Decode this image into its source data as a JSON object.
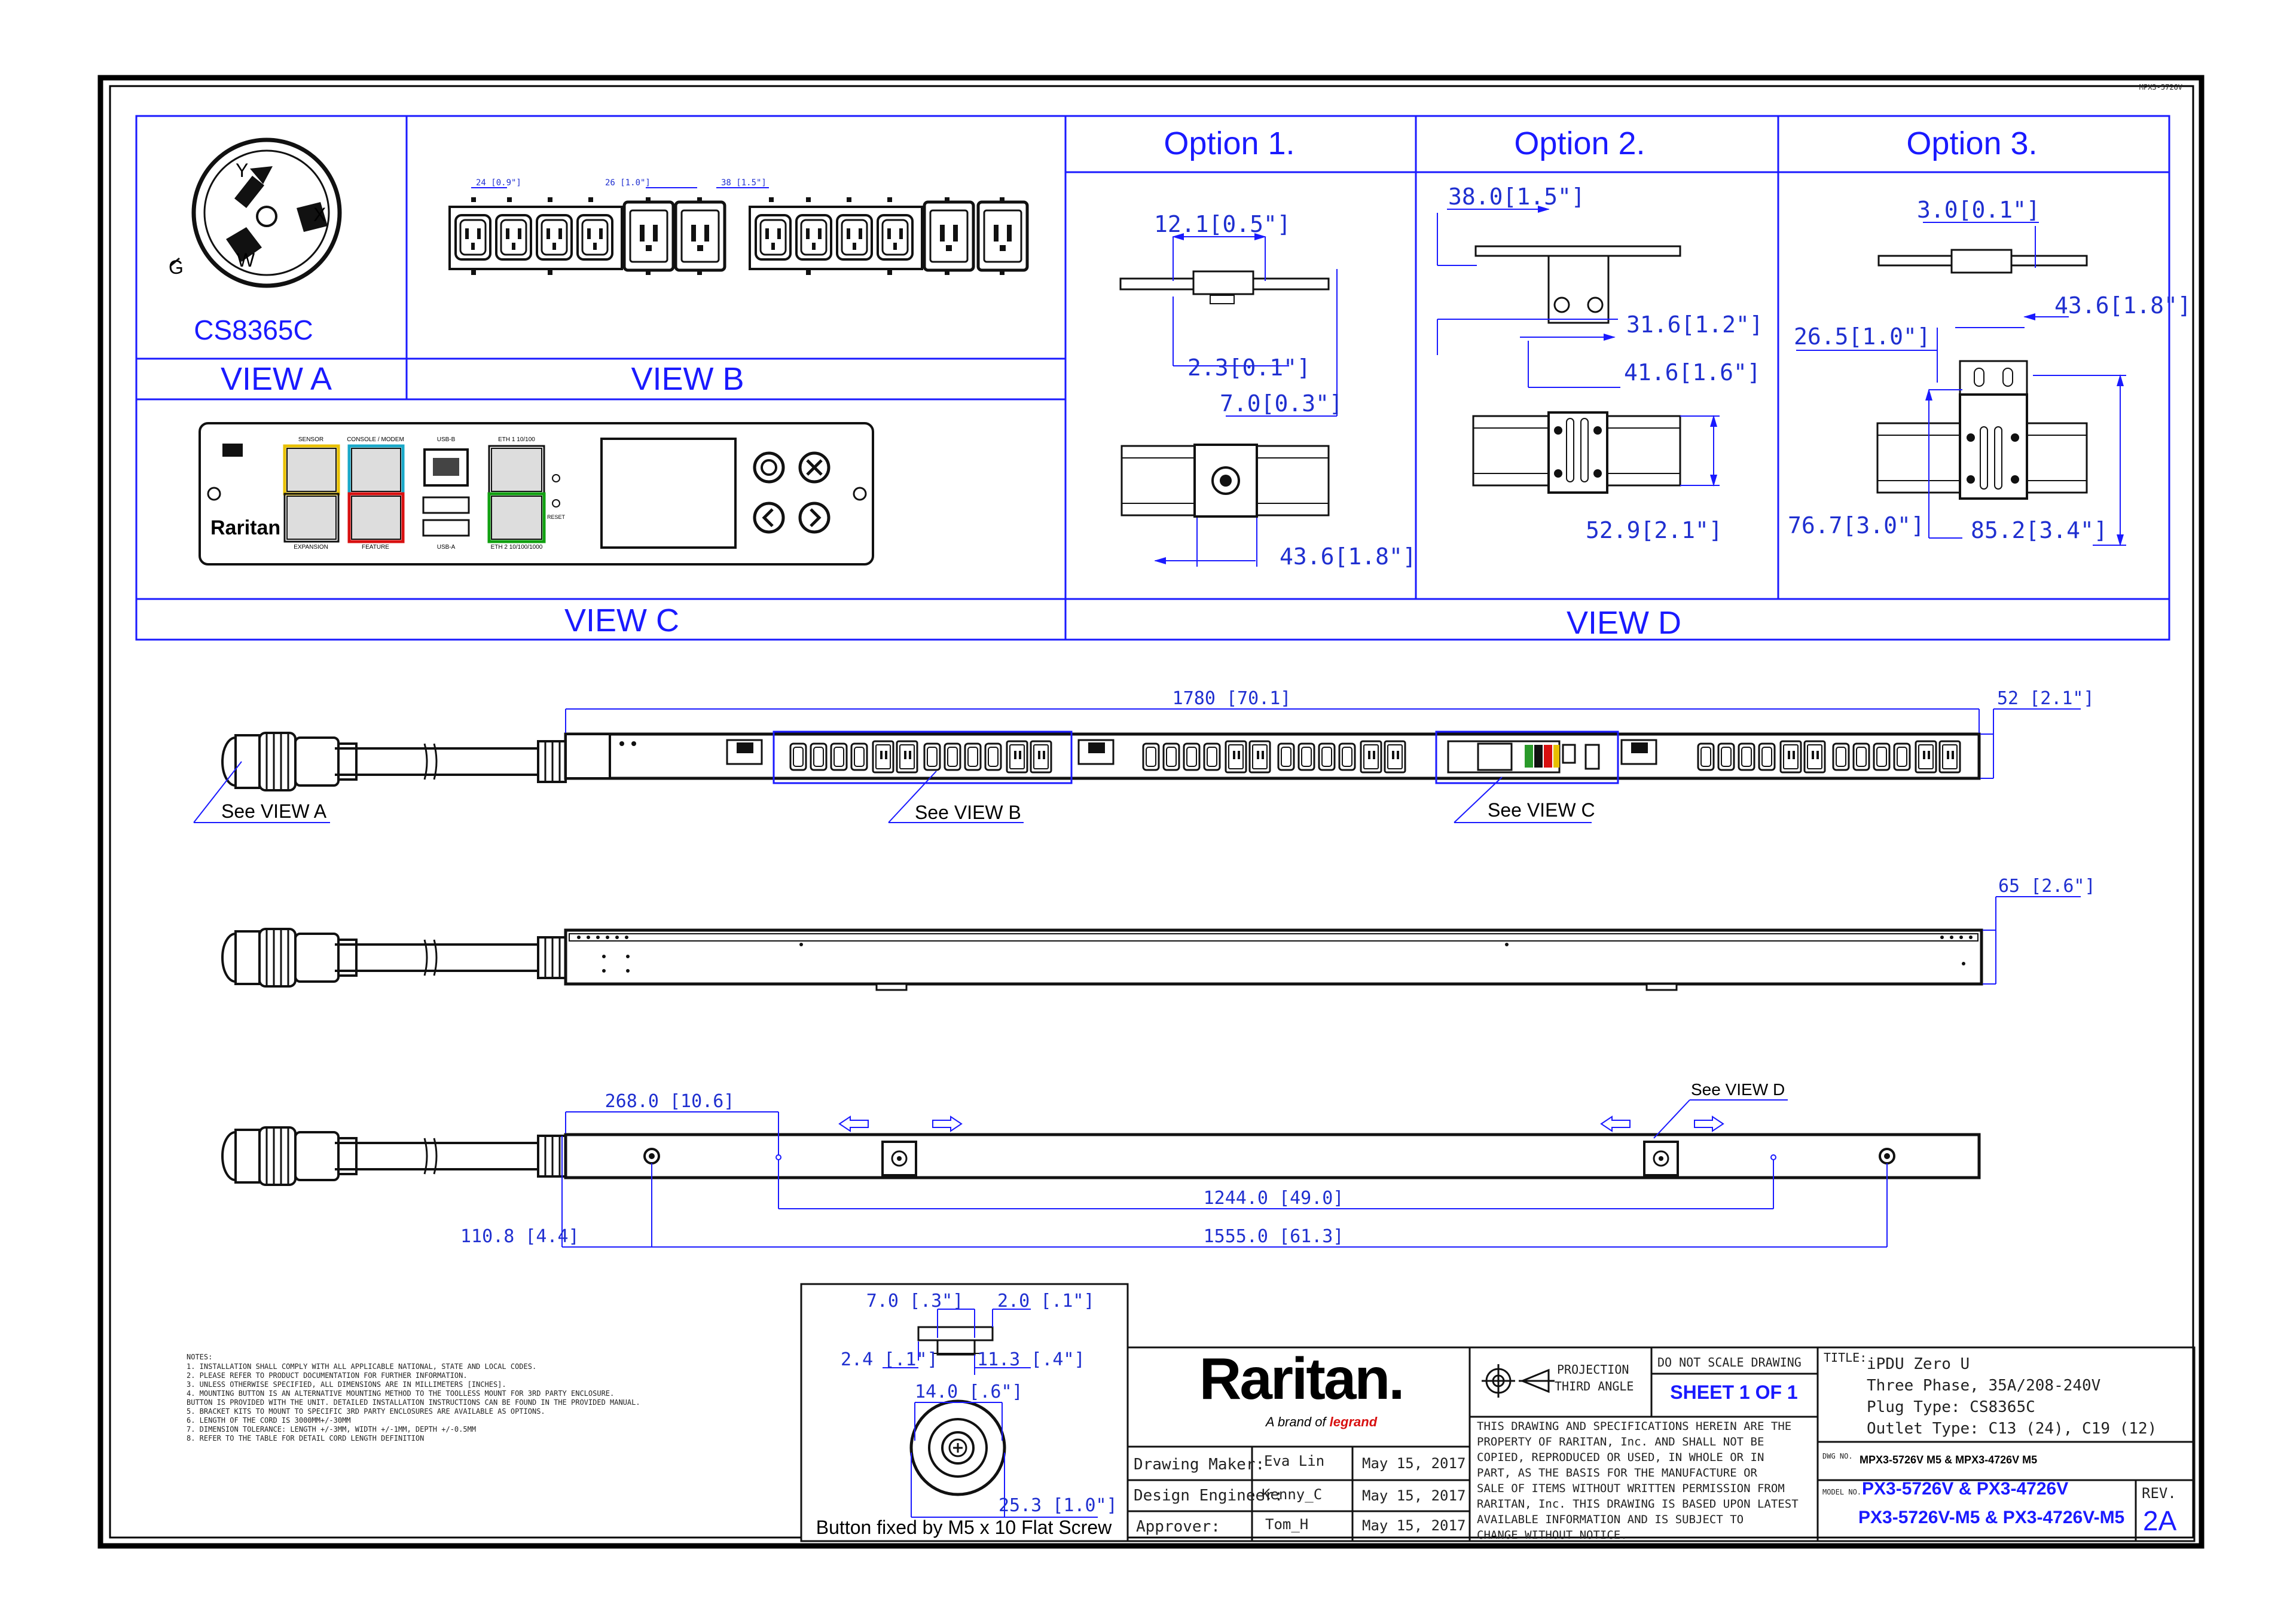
{
  "sheet_ref": "MPX3-5726V",
  "views": {
    "view_a": {
      "label": "VIEW A",
      "plug_code": "CS8365C",
      "pin_y": "Y",
      "pin_x": "X",
      "pin_w": "W",
      "pin_g": "G"
    },
    "view_b": {
      "label": "VIEW B",
      "dim1": "24 [0.9\"]",
      "dim2": "26 [1.0\"]",
      "dim3": "38 [1.5\"]"
    },
    "view_c": {
      "label": "VIEW C",
      "brand": "Raritan",
      "ports": {
        "sensor": "SENSOR",
        "console": "CONSOLE / MODEM",
        "usb_b": "USB-B",
        "eth1": "ETH 1 10/100",
        "expansion": "EXPANSION",
        "feature": "FEATURE",
        "usb_a": "USB-A",
        "eth2": "ETH 2 10/100/1000",
        "reset": "RESET"
      }
    },
    "view_d": {
      "label": "VIEW D"
    }
  },
  "options": [
    {
      "title": "Option 1.",
      "dims": [
        "12.1[0.5\"]",
        "2.3[0.1\"]",
        "7.0[0.3\"]",
        "43.6[1.8\"]"
      ]
    },
    {
      "title": "Option  2.",
      "dims": [
        "38.0[1.5\"]",
        "31.6[1.2\"]",
        "41.6[1.6\"]",
        "52.9[2.1\"]"
      ]
    },
    {
      "title": "Option 3.",
      "dims": [
        "3.0[0.1\"]",
        "43.6[1.8\"]",
        "26.5[1.0\"]",
        "76.7[3.0\"]",
        "85.2[3.4\"]"
      ]
    }
  ],
  "main": {
    "len_total": "1780  [70.1]",
    "width_front": "52  [2.1\"]",
    "width_side": "65  [2.6\"]",
    "see_a": "See VIEW A",
    "see_b": "See VIEW B",
    "see_c": "See VIEW C",
    "see_d": "See VIEW D",
    "dim_268": "268.0  [10.6]",
    "dim_1244": "1244.0  [49.0]",
    "dim_1108": "110.8  [4.4]",
    "dim_1555": "1555.0  [61.3]"
  },
  "button_detail": {
    "d1": "7.0  [.3\"]",
    "d2": "2.0  [.1\"]",
    "d3": "2.4  [.1\"]",
    "d4": "11.3  [.4\"]",
    "d5": "14.0  [.6\"]",
    "d6": "25.3  [1.0\"]",
    "caption": "Button fixed by M5 x 10 Flat Screw"
  },
  "notes": {
    "heading": "NOTES:",
    "lines": [
      "1. INSTALLATION SHALL COMPLY WITH ALL APPLICABLE NATIONAL, STATE AND LOCAL CODES.",
      "2. PLEASE REFER TO PRODUCT DOCUMENTATION FOR FURTHER INFORMATION.",
      "3. UNLESS OTHERWISE SPECIFIED, ALL DIMENSIONS ARE IN MILLIMETERS [INCHES].",
      "4. MOUNTING BUTTON IS AN ALTERNATIVE MOUNTING METHOD TO THE TOOLLESS MOUNT FOR 3RD PARTY ENCLOSURE.",
      "   BUTTON IS PROVIDED WITH THE UNIT. DETAILED INSTALLATION INSTRUCTIONS CAN BE FOUND IN THE PROVIDED MANUAL.",
      "5. BRACKET KITS TO MOUNT TO SPECIFIC 3RD PARTY ENCLOSURES ARE AVAILABLE AS OPTIONS.",
      "6. LENGTH OF THE CORD IS 3000MM+/-30MM",
      "7. DIMENSION TOLERANCE: LENGTH +/-3MM, WIDTH +/-1MM, DEPTH +/-0.5MM",
      "8. REFER TO THE TABLE FOR DETAIL CORD LENGTH DEFINITION"
    ]
  },
  "title_block": {
    "logo": "Raritan.",
    "logo_sub_prefix": "A brand of",
    "logo_sub_brand": "legrand",
    "rows": [
      {
        "role": "Drawing Maker:",
        "name": "Eva Lin",
        "date": "May 15, 2017"
      },
      {
        "role": "Design Engineer:",
        "name": "Kenny_C",
        "date": "May 15, 2017"
      },
      {
        "role": "Approver:",
        "name": "Tom_H",
        "date": "May 15, 2017"
      }
    ],
    "projection_1": "PROJECTION",
    "projection_2": "THIRD ANGLE",
    "do_not_scale": "DO NOT SCALE DRAWING",
    "sheet": "SHEET 1 OF 1",
    "disclaimer": [
      "THIS DRAWING AND SPECIFICATIONS HEREIN ARE THE",
      "PROPERTY OF RARITAN, Inc. AND SHALL NOT BE",
      "COPIED, REPRODUCED OR USED, IN WHOLE OR IN",
      "PART, AS THE BASIS FOR THE MANUFACTURE OR",
      "SALE OF ITEMS WITHOUT WRITTEN PERMISSION FROM",
      "RARITAN, Inc. THIS DRAWING IS BASED UPON LATEST",
      "AVAILABLE INFORMATION AND IS SUBJECT TO",
      "CHANGE WITHOUT NOTICE."
    ],
    "title_label": "TITLE:",
    "title_lines": [
      "iPDU Zero U",
      "Three Phase, 35A/208-240V",
      "Plug Type: CS8365C",
      "Outlet Type: C13 (24), C19 (12)"
    ],
    "dwg_label": "DWG NO.",
    "dwg_no": "MPX3-5726V M5 & MPX3-4726V M5",
    "model_label": "MODEL NO.",
    "model_1": "PX3-5726V & PX3-4726V",
    "model_2": "PX3-5726V-M5 & PX3-4726V-M5",
    "rev_label": "REV.",
    "rev": "2A"
  }
}
